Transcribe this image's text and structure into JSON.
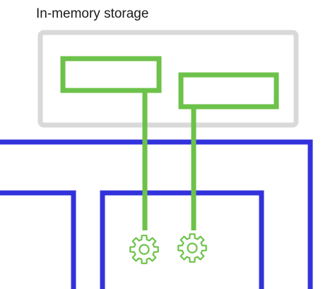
{
  "title": "In-memory storage",
  "colors": {
    "storage_border": "#d9d9d9",
    "record": "#6cc24a",
    "process_border": "#3232dc",
    "gear": "#6cc24a",
    "text": "#1a1a1a"
  },
  "icons": {
    "process_gear": "gear-icon"
  },
  "records": [
    {
      "name": "record-left"
    },
    {
      "name": "record-right"
    }
  ]
}
